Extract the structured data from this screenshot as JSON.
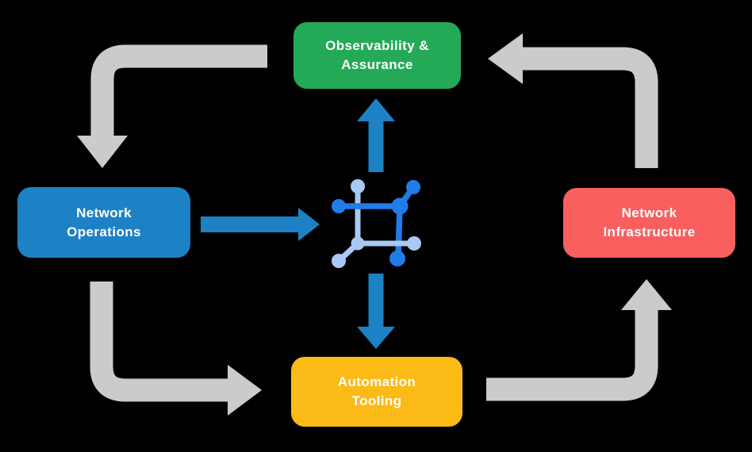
{
  "diagram": {
    "background_color": "#000000",
    "text_color": "#ffffff",
    "nodes": [
      {
        "id": "observability",
        "label": "Observability &\nAssurance",
        "color": "#24aa56"
      },
      {
        "id": "operations",
        "label": "Network\nOperations",
        "color": "#1d81c6"
      },
      {
        "id": "infrastructure",
        "label": "Network\nInfrastructure",
        "color": "#fa5f5f"
      },
      {
        "id": "automation",
        "label": "Automation\nTooling",
        "color": "#fcba16"
      }
    ],
    "center_icon": {
      "name": "network-automation-icon",
      "primary_color": "#1f7ce8",
      "secondary_color": "#a9c9f4"
    },
    "cycle_arrows": {
      "color": "#cbcbcb",
      "flows": [
        {
          "from": "observability",
          "to": "operations"
        },
        {
          "from": "operations",
          "to": "automation"
        },
        {
          "from": "automation",
          "to": "infrastructure"
        },
        {
          "from": "infrastructure",
          "to": "observability"
        }
      ]
    },
    "center_arrows": {
      "color": "#1d81c6",
      "flows": [
        {
          "from": "operations",
          "to": "center-icon"
        },
        {
          "from": "center-icon",
          "to": "observability"
        },
        {
          "from": "center-icon",
          "to": "automation"
        }
      ]
    }
  }
}
